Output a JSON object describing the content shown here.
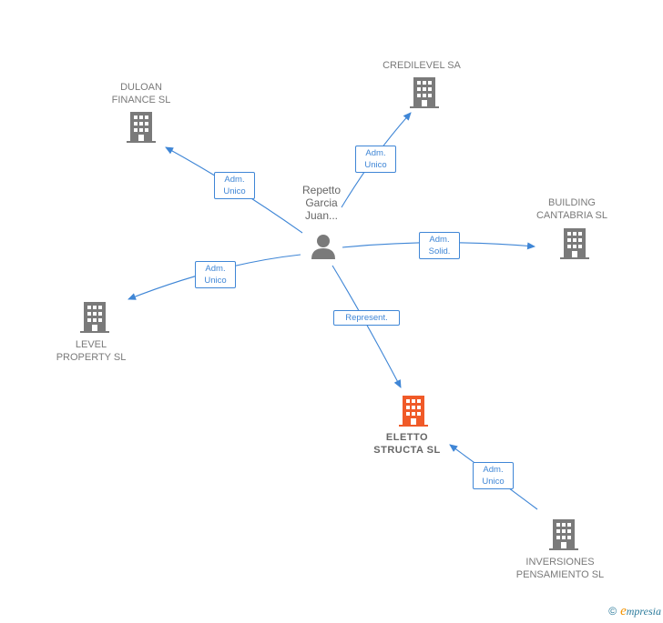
{
  "nodes": {
    "person": {
      "label": "Repetto\nGarcia\nJuan..."
    },
    "duloan": {
      "label": "DULOAN\nFINANCE  SL"
    },
    "credilevel": {
      "label": "CREDILEVEL SA"
    },
    "building": {
      "label": "BUILDING\nCANTABRIA SL"
    },
    "level": {
      "label": "LEVEL\nPROPERTY SL"
    },
    "eletto": {
      "label": "ELETTO\nSTRUCTA  SL"
    },
    "inversiones": {
      "label": "INVERSIONES\nPENSAMIENTO SL"
    }
  },
  "edges": {
    "duloan": "Adm.\nUnico",
    "credilevel": "Adm.\nUnico",
    "building": "Adm.\nSolid.",
    "level": "Adm.\nUnico",
    "eletto": "Represent.",
    "inversiones": "Adm.\nUnico"
  },
  "colors": {
    "edge": "#3f86d6",
    "company": "#7a7a7a",
    "highlight": "#f05a28"
  },
  "footer": {
    "copyright": "©",
    "brand_first": "e",
    "brand_rest": "mpresia"
  }
}
